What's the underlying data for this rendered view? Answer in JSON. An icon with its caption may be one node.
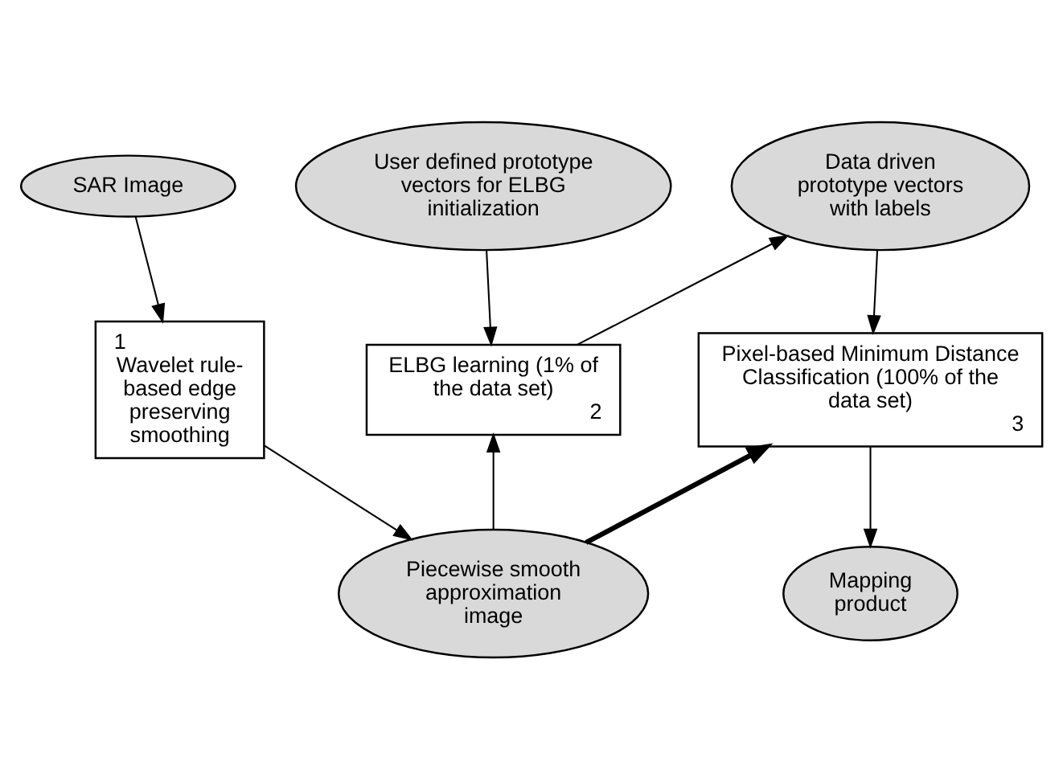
{
  "diagram": {
    "nodes": [
      {
        "text": [
          "SAR Image"
        ]
      },
      {
        "text": [
          "User defined prototype vectors for ELBG initialization"
        ]
      },
      {
        "text": [
          "Data driven prototype vectors with labels"
        ]
      },
      {
        "text": [
          "1",
          "Wavelet rule-based edge preserving smoothing"
        ]
      },
      {
        "text": [
          "ELBG learning (1% of the data set)",
          "2"
        ]
      },
      {
        "text": [
          "Pixel-based Minimum Distance Classification (100% of the data set)",
          "3"
        ]
      },
      {
        "text": [
          "Piecewise smooth approximation image"
        ]
      },
      {
        "text": [
          "Mapping product"
        ]
      }
    ],
    "edges": [
      {
        "from": 0,
        "to": 3,
        "arrow": "to"
      },
      {
        "from": 1,
        "to": 4,
        "arrow": "to"
      },
      {
        "from": 4,
        "to": 2,
        "arrow": "to"
      },
      {
        "from": 2,
        "to": 5,
        "arrow": "to"
      },
      {
        "from": 3,
        "to": 6,
        "arrow": "to"
      },
      {
        "from": 6,
        "to": 4,
        "arrow": "to"
      },
      {
        "from": 6,
        "to": 5,
        "arrow": "to",
        "style": "thick"
      },
      {
        "from": 5,
        "to": 7,
        "arrow": "to"
      }
    ]
  }
}
